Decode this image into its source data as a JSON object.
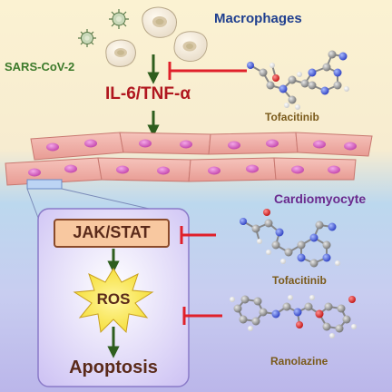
{
  "labels": {
    "macrophages": "Macrophages",
    "sars": "SARS-CoV-2",
    "cytokines": "IL-6/TNF-α",
    "cardiomyocyte": "Cardiomyocyte",
    "jakstat": "JAK/STAT",
    "ros": "ROS",
    "apoptosis": "Apoptosis",
    "drug_top": "Tofacitinib",
    "drug_mid": "Tofacitinib",
    "drug_bottom": "Ranolazine"
  },
  "colors": {
    "macrophages_text": "#1f3f8f",
    "sars_text": "#3c7a2a",
    "cytokines_text": "#b0171f",
    "cardiomyocyte_text": "#6a2a8e",
    "drug_text": "#7a5a1a",
    "pathway_text": "#5a2a1a",
    "arrow_green": "#2e5e1e",
    "inhibit_red": "#e0202a",
    "cell_fill": "#f0b0a8",
    "nucleus": "#d860c0",
    "inset_fill": "#d8d0f8",
    "jak_box_fill": "#f8c8a0"
  },
  "icons": {
    "virus": "virus-icon",
    "macrophage": "macrophage-icon",
    "molecule": "molecule-icon"
  }
}
